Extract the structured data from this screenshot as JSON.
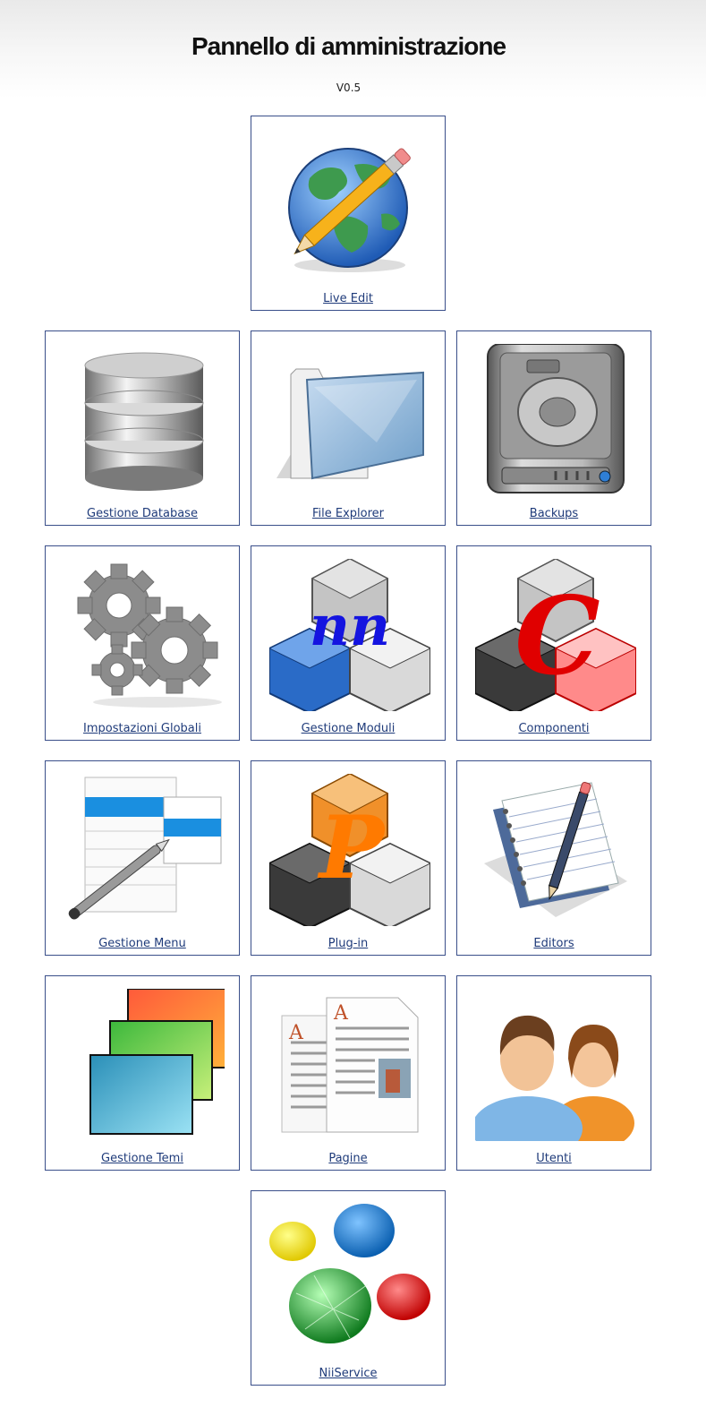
{
  "header": {
    "title": "Pannello di amministrazione",
    "version": "V0.5"
  },
  "tiles": {
    "live_edit": "Live Edit",
    "database": "Gestione Database",
    "file_explorer": "File Explorer",
    "backups": "Backups",
    "settings": "Impostazioni Globali",
    "modules": "Gestione Moduli",
    "components": "Componenti",
    "menu": "Gestione Menu",
    "plugin": "Plug-in",
    "editors": "Editors",
    "themes": "Gestione Temi",
    "pages": "Pagine",
    "users": "Utenti",
    "niiservice": "NiiService"
  },
  "icons": {
    "live_edit": "globe-pencil-icon",
    "database": "database-icon",
    "file_explorer": "folder-icon",
    "backups": "hard-drive-icon",
    "settings": "gears-icon",
    "modules": "cubes-icon",
    "components": "cubes-icon",
    "menu": "menu-edit-icon",
    "plugin": "cubes-icon",
    "editors": "notepad-pencil-icon",
    "themes": "windows-stack-icon",
    "pages": "documents-icon",
    "users": "users-icon",
    "niiservice": "colored-balls-icon"
  },
  "colors": {
    "link": "#1f3b7a",
    "tile_border": "#3a4f8a"
  }
}
